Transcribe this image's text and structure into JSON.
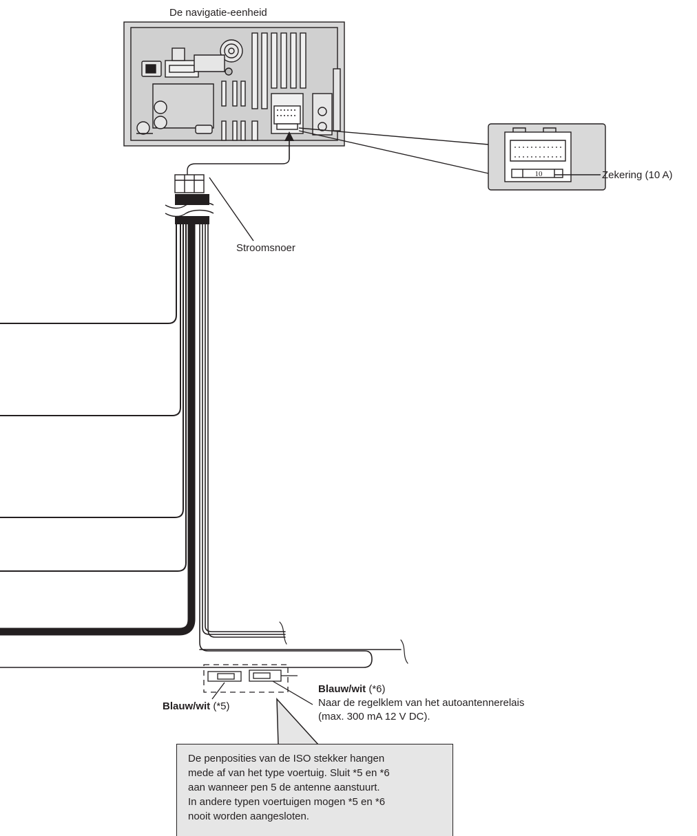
{
  "labels": {
    "unit_title": "De navigatie-eenheid",
    "fuse_label": "Zekering (10 A)",
    "fuse_value": "10",
    "power_cord": "Stroomsnoer",
    "wire5_name": "Blauw/wit",
    "wire5_ref": "(*5)",
    "wire6_name": "Blauw/wit",
    "wire6_ref": "(*6)",
    "wire6_desc_1": "Naar de regelklem van het autoantennerelais",
    "wire6_desc_2": "(max. 300 mA 12 V DC)."
  },
  "note": {
    "lines": [
      "De penposities van de ISO stekker hangen",
      "mede af van het type voertuig. Sluit *5 en *6",
      "aan wanneer pen 5 de antenne aanstuurt.",
      "In andere typen voertuigen mogen *5 en *6",
      "nooit worden aangesloten."
    ]
  },
  "colors": {
    "line": "#231f20",
    "unit_fill": "#d9d9d9",
    "note_fill": "#e6e6e6"
  }
}
